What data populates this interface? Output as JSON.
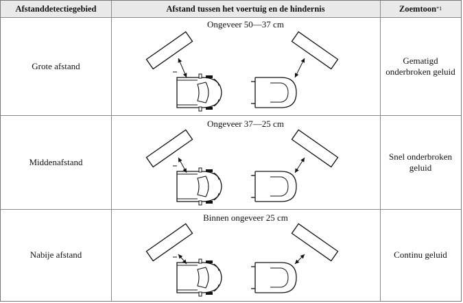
{
  "headers": {
    "area": "Afstanddetectiegebied",
    "distance": "Afstand tussen het voertuig en de hindernis",
    "tone": "Zoemtoon",
    "tone_sup": "*1"
  },
  "rows": [
    {
      "area": "Grote afstand",
      "distance": "Ongeveer 50—37 cm",
      "tone": "Gematigd onderbroken geluid"
    },
    {
      "area": "Middenafstand",
      "distance": "Ongeveer 37—25 cm",
      "tone": "Snel onderbroken geluid"
    },
    {
      "area": "Nabije afstand",
      "distance": "Binnen ongeveer 25 cm",
      "tone": "Continu geluid"
    }
  ]
}
